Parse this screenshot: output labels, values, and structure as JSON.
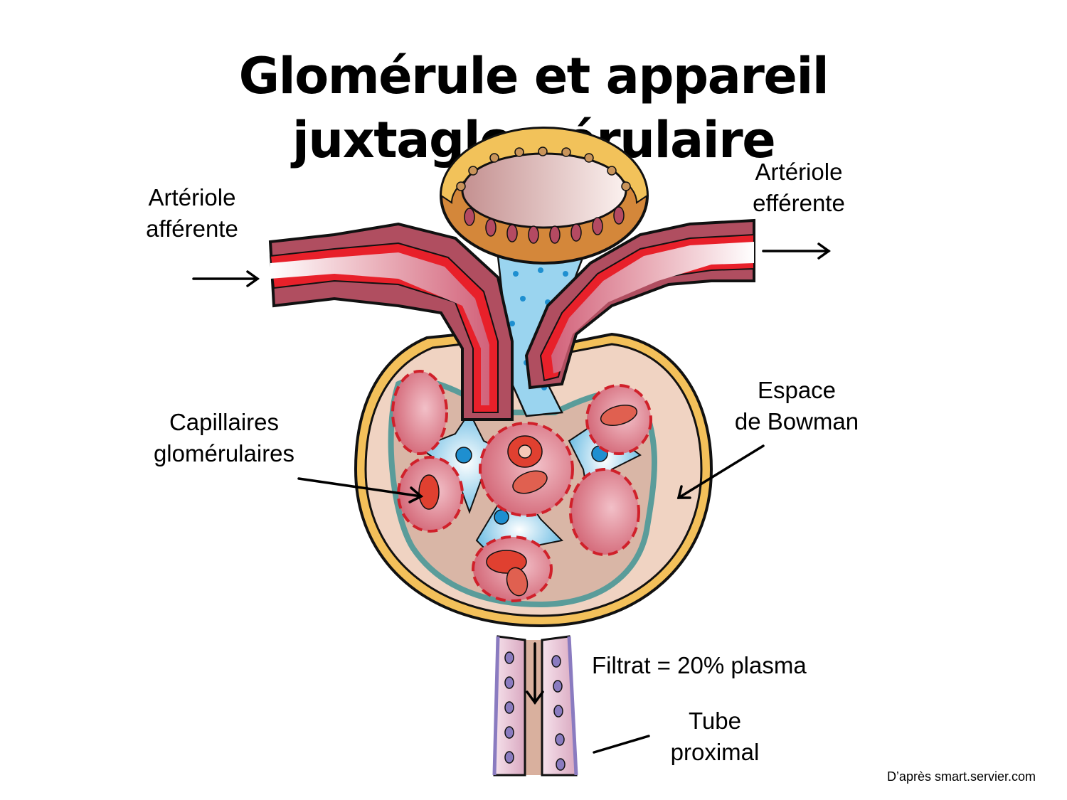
{
  "title": "Glomérule et appareil juxtaglomérulaire",
  "labels": {
    "afferent_arteriole": {
      "line1": "Artériole",
      "line2": "afférente"
    },
    "efferent_arteriole": {
      "line1": "Artériole",
      "line2": "efférente"
    },
    "bowman_space": {
      "line1": "Espace",
      "line2": "de Bowman"
    },
    "glomerular_capillaries": {
      "line1": "Capillaires",
      "line2": "glomérulaires"
    },
    "filtrate": "Filtrat = 20% plasma",
    "proximal_tube": {
      "line1": "Tube",
      "line2": "proximal"
    }
  },
  "credit": "D’après smart.servier.com",
  "colors": {
    "arteriole_wall": "#c9606e",
    "arteriole_dark": "#8e3d4a",
    "endothelium_red": "#e8202a",
    "lumen_pink": "#d9697a",
    "macula_densa": "#d4873a",
    "tubule_cell_yellow": "#f2c25a",
    "tubule_cell_light": "#f8e3b4",
    "mesangial_blue": "#7cc6ea",
    "bowman_space": "#efd3c3",
    "capsule_yellow": "#f1b94b",
    "podocyte_teal": "#5a9c9a",
    "proximal_tube_purple": "#8a7bc0"
  }
}
